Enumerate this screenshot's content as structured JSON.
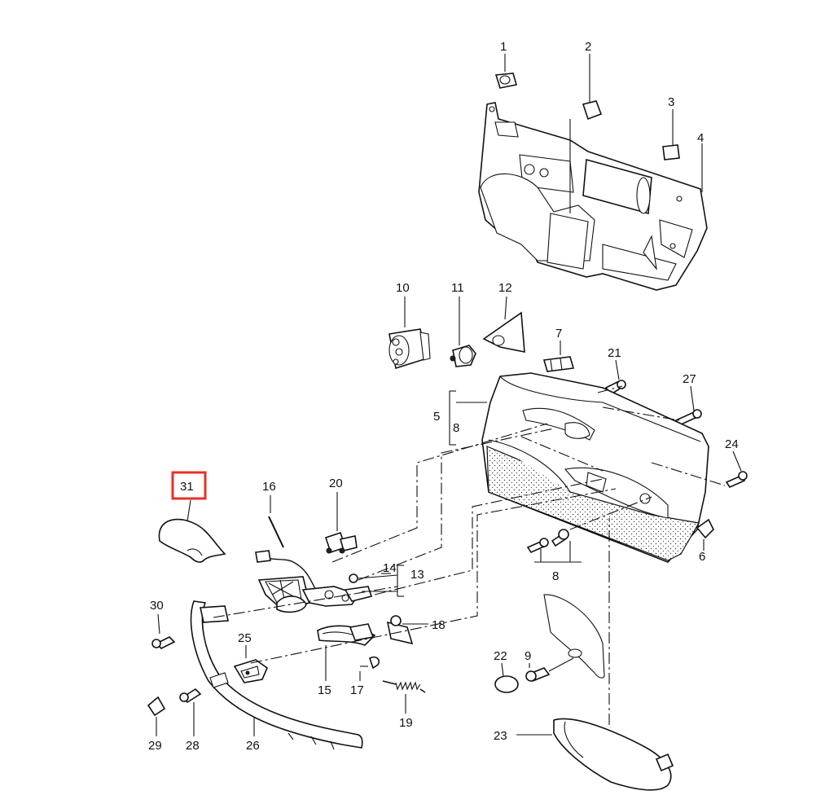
{
  "diagram": {
    "highlight_color": "#e8302a",
    "highlighted_callout": "31",
    "callouts": {
      "c1": "1",
      "c2": "2",
      "c3": "3",
      "c4": "4",
      "c5": "5",
      "c6": "6",
      "c7": "7",
      "c8a": "8",
      "c8b": "8",
      "c9": "9",
      "c10": "10",
      "c11": "11",
      "c12": "12",
      "c13": "13",
      "c14": "14",
      "c15": "15",
      "c16": "16",
      "c17": "17",
      "c18": "18",
      "c19": "19",
      "c20": "20",
      "c21": "21",
      "c22": "22",
      "c23": "23",
      "c24": "24",
      "c25": "25",
      "c26": "26",
      "c27": "27",
      "c28": "28",
      "c29": "29",
      "c30": "30",
      "c31": "31"
    }
  }
}
